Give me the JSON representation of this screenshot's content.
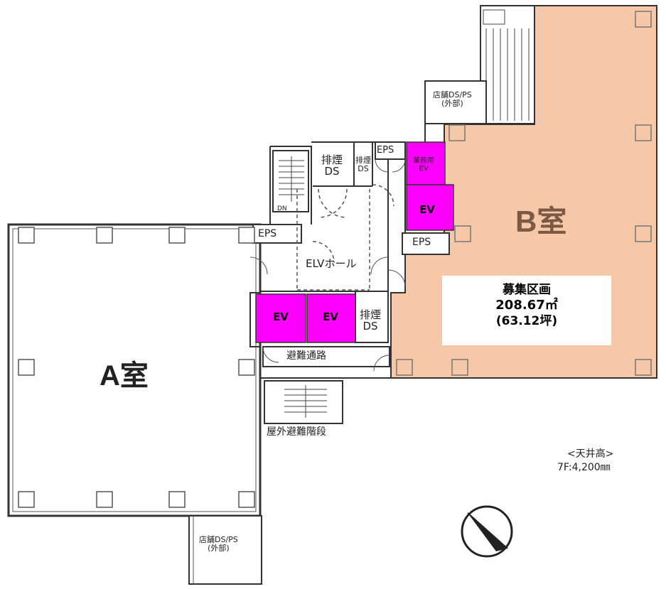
{
  "rooms": {
    "a": {
      "label": "A室"
    },
    "b": {
      "label": "B室"
    }
  },
  "recruit": {
    "title": "募集区画",
    "area": "208.67㎡",
    "tsubo": "(63.12坪)"
  },
  "labels": {
    "eps_top": "EPS",
    "eps_left": "EPS",
    "eps_right": "EPS",
    "smoke_ds_top": "排煙\nDS",
    "smoke_ds_small": "排煙\nDS",
    "smoke_ds_bottom": "排煙\nDS",
    "service_ev": "業務用\nEV",
    "ev_right": "EV",
    "ev_1": "EV",
    "ev_2": "EV",
    "ev_hall": "ELVホール",
    "evac_path": "避難通路",
    "outdoor_stairs": "屋外避難階段",
    "shop_ds_top": "店舗DS/PS\n(外部)",
    "shop_ds_bottom": "店舗DS/PS\n(外部)",
    "dn": "DN"
  },
  "ceiling": {
    "title": "<天井高>",
    "value": "7F:4,200㎜"
  },
  "colors": {
    "room_b_fill": "#f6c8a8",
    "ev_fill": "#ff00ff",
    "wall": "#333333"
  }
}
